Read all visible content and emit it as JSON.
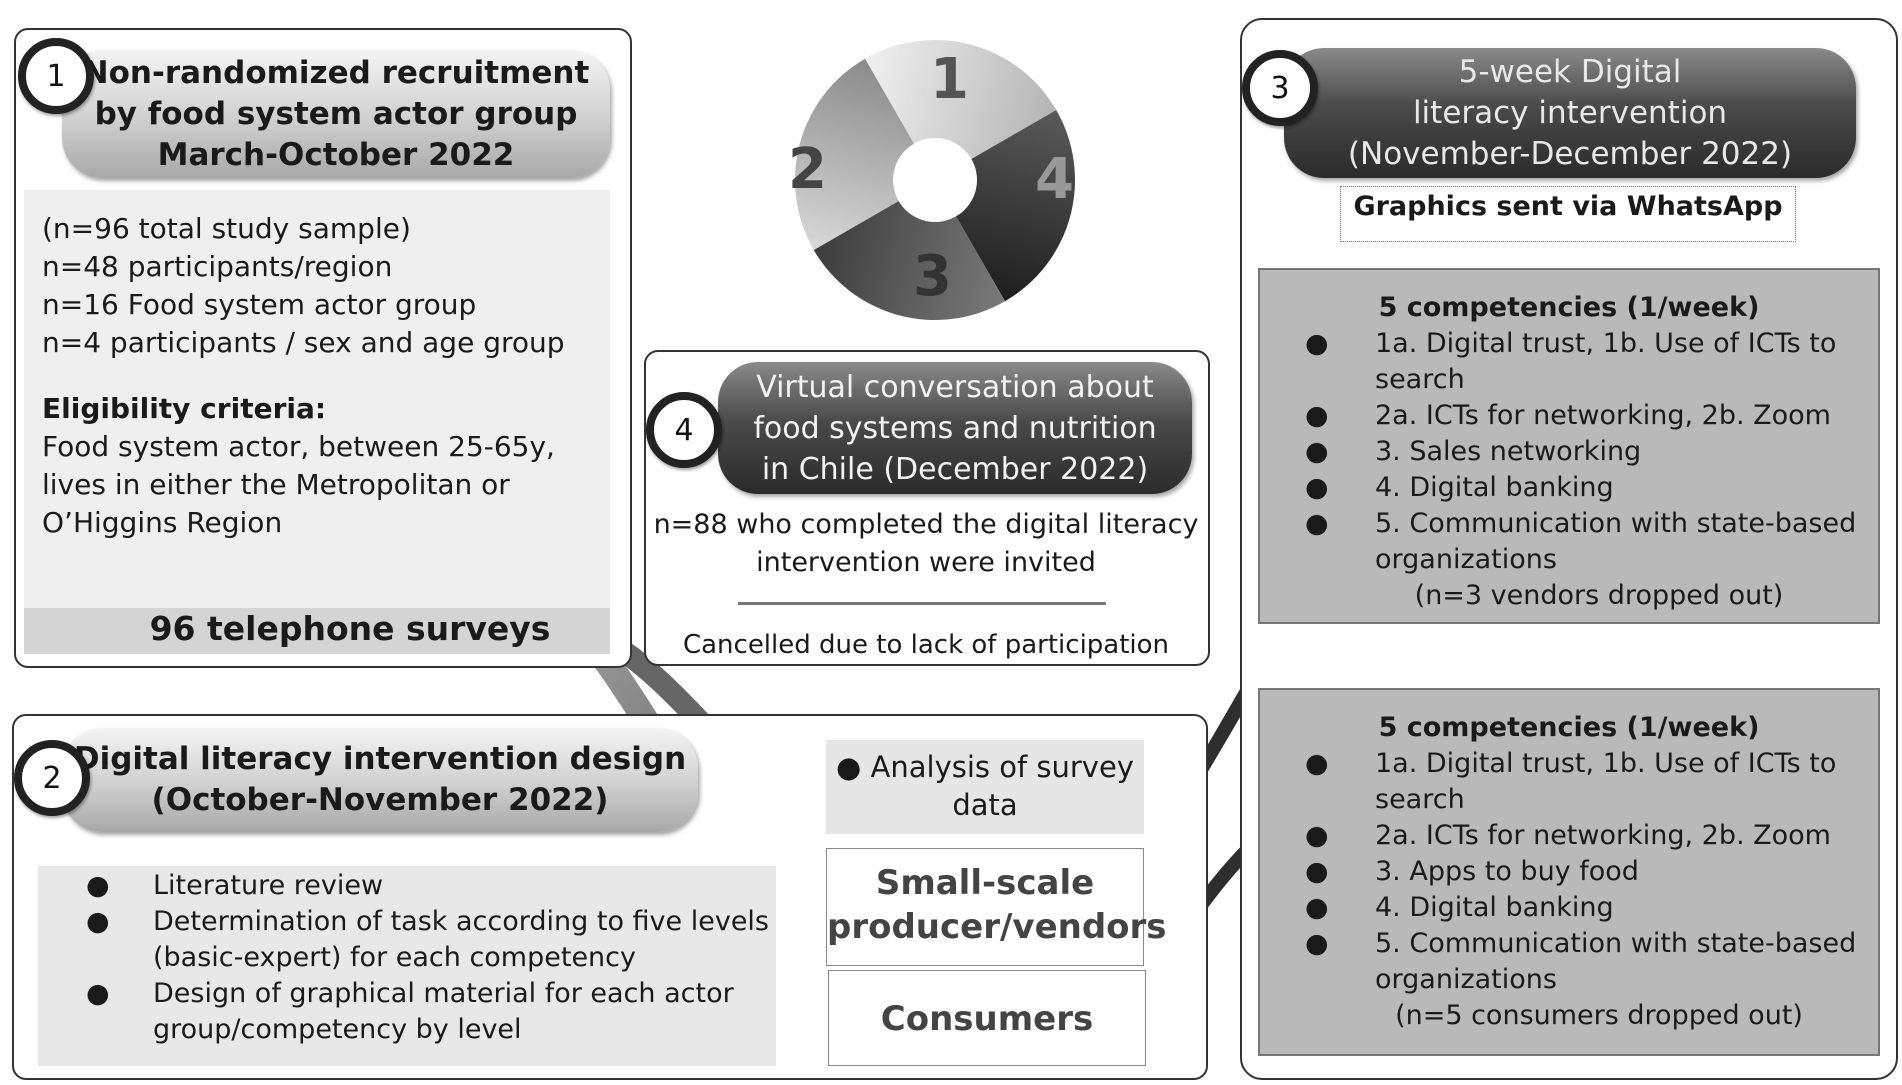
{
  "step1": {
    "number": "1",
    "title_lines": [
      "Non-randomized recruitment",
      "by food system actor group",
      "March-October 2022"
    ],
    "sample_lines": [
      "(n=96 total study sample)",
      "n=48 participants/region",
      "n=16 Food system actor group",
      "n=4 participants / sex and age group"
    ],
    "eligibility_heading": "Eligibility criteria:",
    "eligibility_lines": [
      "Food system actor, between 25-65y,",
      "lives in either the Metropolitan or",
      "O’Higgins Region"
    ],
    "surveys_label": "96 telephone surveys"
  },
  "cycle": {
    "segments": [
      "1",
      "2",
      "3",
      "4"
    ]
  },
  "step2": {
    "number": "2",
    "title_lines": [
      "Digital literacy intervention design",
      "(October-November 2022)"
    ],
    "bullets": [
      {
        "lines": [
          "Literature review"
        ]
      },
      {
        "lines": [
          "Determination of task according to five levels",
          "(basic-expert) for each competency"
        ]
      },
      {
        "lines": [
          "Design of graphical material for each actor",
          "group/competency by level"
        ]
      }
    ],
    "bullet_char": "●",
    "analysis_lines": [
      "● Analysis of survey",
      "data"
    ],
    "producers_lines": [
      "Small-scale",
      "producer/vendors"
    ],
    "consumers_label": "Consumers"
  },
  "step3": {
    "number": "3",
    "title_lines": [
      "5-week Digital",
      "literacy intervention",
      "(November-December 2022)"
    ],
    "whatsapp_label": "Graphics sent via WhatsApp",
    "vendors_box": {
      "heading": "5 competencies (1/week)",
      "items": [
        {
          "lines": [
            "1a. Digital trust, 1b. Use of ICTs to",
            "search"
          ]
        },
        {
          "lines": [
            "2a. ICTs for networking, 2b. Zoom"
          ]
        },
        {
          "lines": [
            "3. Sales networking"
          ]
        },
        {
          "lines": [
            "4. Digital banking"
          ]
        },
        {
          "lines": [
            "5. Communication with state-based",
            "organizations"
          ]
        }
      ],
      "dropout": "(n=3 vendors dropped out)"
    },
    "consumers_box": {
      "heading": "5 competencies (1/week)",
      "items": [
        {
          "lines": [
            "1a. Digital trust, 1b. Use of ICTs to",
            "search"
          ]
        },
        {
          "lines": [
            "2a. ICTs for networking, 2b. Zoom"
          ]
        },
        {
          "lines": [
            "3. Apps to buy food"
          ]
        },
        {
          "lines": [
            "4. Digital banking"
          ]
        },
        {
          "lines": [
            "5. Communication with state-based",
            "organizations"
          ]
        }
      ],
      "dropout": "(n=5 consumers dropped out)"
    }
  },
  "step4": {
    "number": "4",
    "title_lines": [
      "Virtual conversation about",
      "food systems and nutrition",
      "in Chile (December 2022)"
    ],
    "invited_lines": [
      "n=88 who completed the digital literacy",
      "intervention were invited"
    ],
    "cancelled": "Cancelled due to lack of participation"
  }
}
